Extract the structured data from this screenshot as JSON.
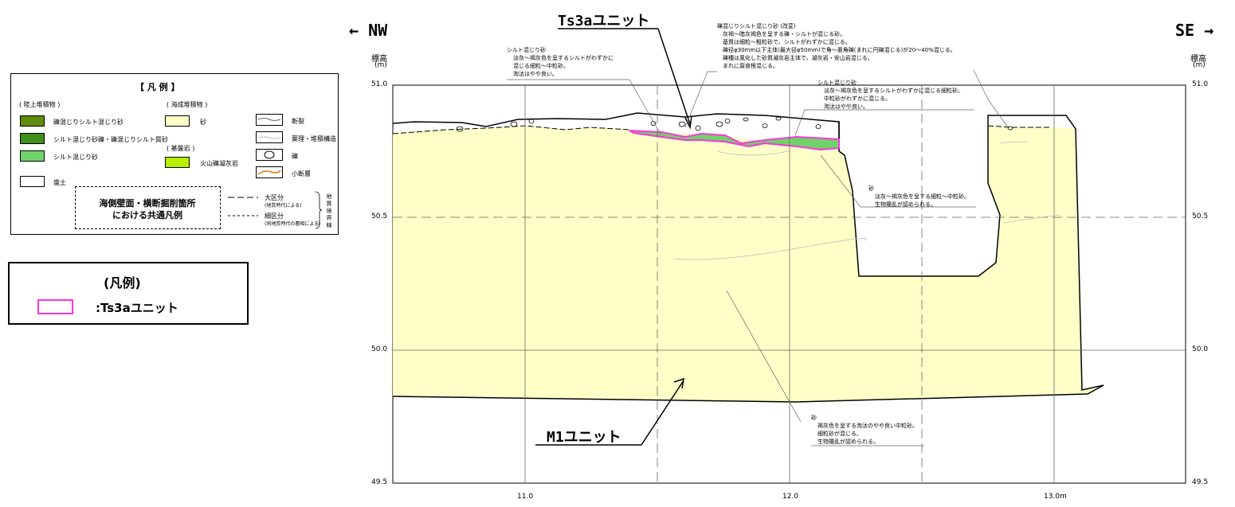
{
  "header": {
    "left_direction": "← NW",
    "right_direction": "SE →",
    "ts3a_callout": "Ts3aユニット",
    "m1_callout": "M1ユニット"
  },
  "axis": {
    "y_title_left": "標高",
    "y_title_right": "標高",
    "y_unit": "(m)",
    "y_ticks": [
      "51.0",
      "50.5",
      "50.0",
      "49.5"
    ],
    "x_ticks": [
      "11.0",
      "12.0",
      "13.0m"
    ]
  },
  "legend_main": {
    "title": "【 凡 例 】",
    "group_land": "( 陸上堆積物 )",
    "group_marine": "( 海成堆積物 )",
    "group_bedrock": "( 基盤岩 )",
    "items": {
      "gravel_silt_sand": "礫混じりシルト混じり砂",
      "silt_sand_gravel": "シルト混じり砂礫・礫混じりシルト質砂",
      "silt_sand": "シルト混じり砂",
      "fill": "盛土",
      "sand": "砂",
      "tuff": "火山礫凝灰岩",
      "fault": "断裂",
      "lamina": "葉理・堆積構造",
      "gravel": "礫",
      "small_fault": "小断層"
    },
    "common_box_line1": "海側壁面・横断掘削箇所",
    "common_box_line2": "における共通凡例",
    "major_division": "大区分",
    "major_division_note": "(地質時代による)",
    "minor_division": "細区分",
    "minor_division_note": "(同地質時代の層相による)",
    "boundary_label": [
      "地",
      "質",
      "境",
      "界",
      "線"
    ],
    "colors": {
      "gravel_silt_sand": "#5f8c0a",
      "silt_sand_gravel": "#3f8f1a",
      "silt_sand": "#6fd36a",
      "sand": "#ffffc8",
      "tuff": "#b6f000",
      "small_fault": "#e07a1a"
    }
  },
  "legend_ts3a": {
    "title": "(凡例)",
    "item": ":Ts3aユニット",
    "color": "#ff33dd"
  },
  "annotations": {
    "top_gravel": [
      "礫混じりシルト混じり砂 (改変)",
      "灰褐～暗灰褐色を呈する礫・シルトが混じる砂。",
      "基質は細粒～粗粒砂で、シルトがわずかに混じる。",
      "礫径φ30mm以下主体(最大径φ50mm)で角～亜角礫(まれに円礫混じる)が20～40%混じる。",
      "礫種は風化した砂質凝灰岩主体で、凝灰岩・安山岩混じる。",
      "まれに腐食根混じる。"
    ],
    "left_silt_sand": [
      "シルト混じり砂",
      "淡灰～褐灰色を呈するシルトがわずかに",
      "混じる細粒～中粒砂。",
      "淘汰はやや良い。"
    ],
    "right_silt_sand": [
      "シルト混じり砂",
      "淡灰～褐灰色を呈するシルトがわずかに混じる細粒砂。",
      "中粒砂がわずかに混じる。",
      "淘汰はやや良い。"
    ],
    "sand_mid": [
      "砂",
      "淡灰～褐灰色を呈する細粒～中粒砂。",
      "生物擾乱が認められる。"
    ],
    "sand_bottom": [
      "砂",
      "褐灰色を呈する淘汰のやや良い中粒砂。",
      "細粒砂が混じる。",
      "生物擾乱が認められる。"
    ]
  }
}
